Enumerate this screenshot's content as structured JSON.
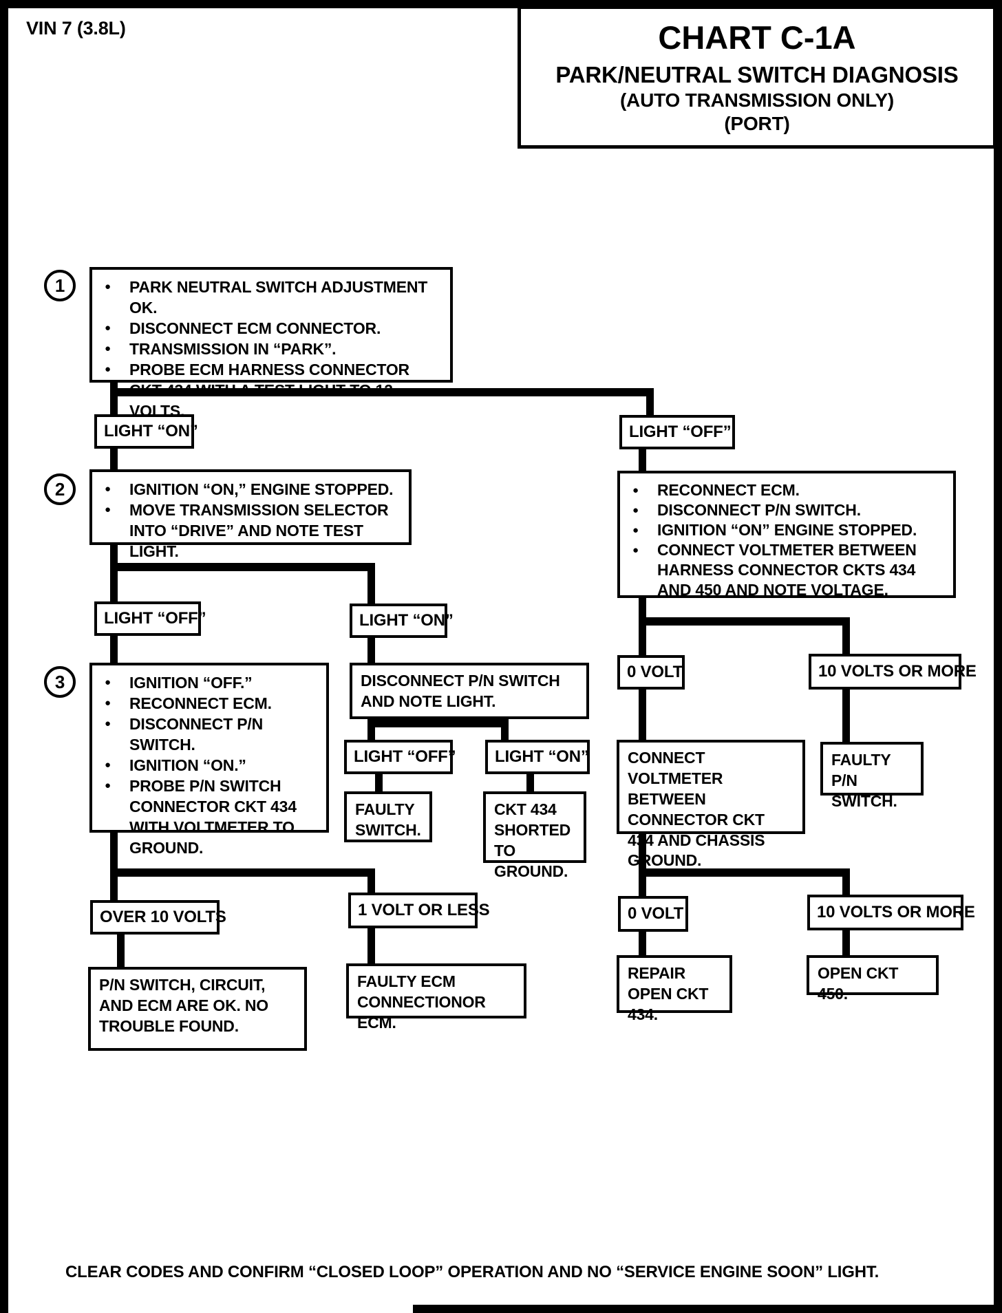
{
  "colors": {
    "ink": "#000000",
    "paper": "#ffffff"
  },
  "header": {
    "vin": "VIN 7 (3.8L)",
    "chart_id": "CHART C-1A",
    "title": "PARK/NEUTRAL SWITCH DIAGNOSIS",
    "subtitle": "(AUTO TRANSMISSION ONLY)",
    "port": "(PORT)"
  },
  "flow": {
    "step1": {
      "num": "1",
      "bullets": [
        "PARK NEUTRAL SWITCH ADJUSTMENT OK.",
        "DISCONNECT ECM CONNECTOR.",
        "TRANSMISSION IN “PARK”.",
        "PROBE ECM HARNESS CONNECTOR CKT 434 WITH A TEST LIGHT TO 12 VOLTS."
      ]
    },
    "light_on_1": "LIGHT “ON”",
    "light_off_1": "LIGHT “OFF”",
    "step2": {
      "num": "2",
      "bullets": [
        "IGNITION “ON,” ENGINE STOPPED.",
        "MOVE TRANSMISSION SELECTOR INTO “DRIVE” AND NOTE TEST LIGHT."
      ]
    },
    "reconnect_ecm": {
      "bullets": [
        "RECONNECT ECM.",
        "DISCONNECT P/N SWITCH.",
        "IGNITION “ON” ENGINE STOPPED.",
        "CONNECT VOLTMETER BETWEEN HARNESS CONNECTOR CKTS 434 AND 450 AND NOTE VOLTAGE."
      ]
    },
    "light_off_2": "LIGHT “OFF”",
    "light_on_2": "LIGHT “ON”",
    "step3": {
      "num": "3",
      "bullets": [
        "IGNITION “OFF.”",
        "RECONNECT ECM.",
        "DISCONNECT P/N SWITCH.",
        "IGNITION “ON.”",
        "PROBE P/N SWITCH CONNECTOR CKT 434 WITH VOLTMETER TO GROUND."
      ]
    },
    "disconnect_note": "DISCONNECT P/N SWITCH AND NOTE LIGHT.",
    "volt0_1": "0 VOLT",
    "volts10_1": "10 VOLTS OR MORE",
    "light_off_3": "LIGHT “OFF”",
    "light_on_3": "LIGHT “ON”",
    "faulty_switch": "FAULTY SWITCH.",
    "ckt434_shorted": "CKT 434 SHORTED TO GROUND.",
    "connect_voltmeter": "CONNECT VOLTMETER BETWEEN CONNECTOR CKT 434 AND CHASSIS GROUND.",
    "faulty_pn": "FAULTY P/N SWITCH.",
    "over_10_volts": "OVER 10 VOLTS",
    "one_volt_or_less": "1 VOLT OR LESS",
    "pn_ok": "P/N SWITCH, CIRCUIT, AND ECM ARE OK. NO TROUBLE FOUND.",
    "faulty_ecm": "FAULTY ECM CONNECTIONOR ECM.",
    "volt0_2": "0 VOLT",
    "volts10_2": "10 VOLTS OR MORE",
    "repair_open": "REPAIR OPEN CKT 434.",
    "open_450": "OPEN CKT 450."
  },
  "footer": {
    "note": "CLEAR CODES AND CONFIRM “CLOSED LOOP” OPERATION AND NO “SERVICE ENGINE SOON” LIGHT."
  }
}
